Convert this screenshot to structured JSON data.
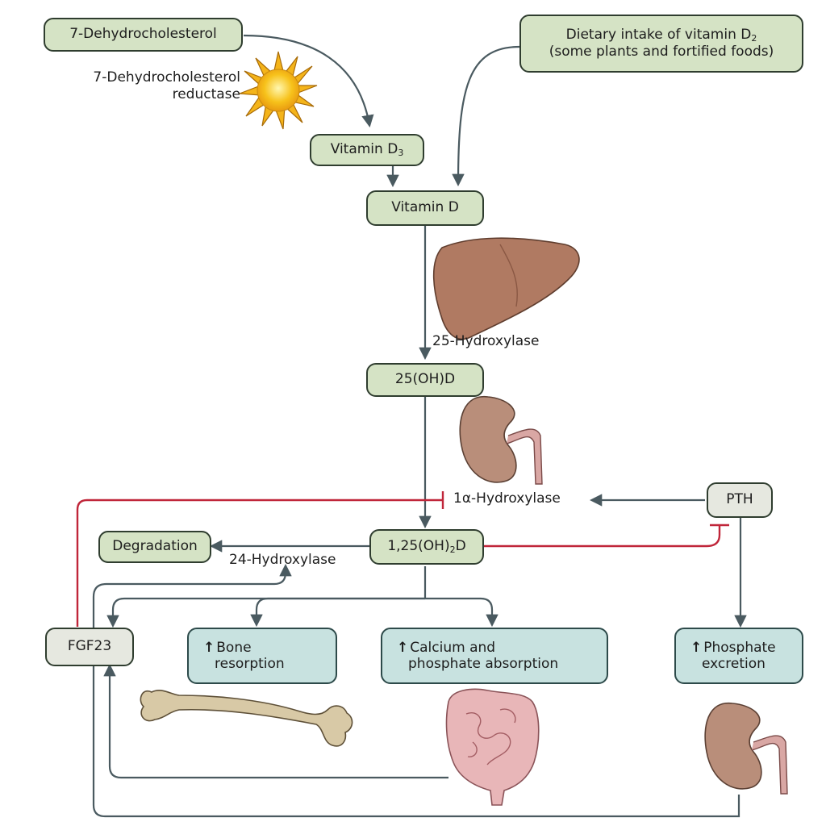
{
  "nodes": {
    "dehydrocholesterol": "7-Dehydrocholesterol",
    "dietary_line1": "Dietary intake of vitamin D",
    "dietary_sub": "2",
    "dietary_line2": "(some plants and fortified foods)",
    "vitamin_d3": "Vitamin D",
    "vitamin_d3_sub": "3",
    "vitamin_d": "Vitamin D",
    "oh25d": "25(OH)D",
    "oh125d_a": "1,25(OH)",
    "oh125d_sub": "2",
    "oh125d_b": "D",
    "degradation": "Degradation",
    "pth": "PTH",
    "fgf23": "FGF23",
    "bone_line1": "Bone",
    "bone_line2": "resorption",
    "calcium_line1": "Calcium and",
    "calcium_line2": "phosphate absorption",
    "phosphate_line1": "Phosphate",
    "phosphate_line2": "excretion",
    "up_arrow": "↑"
  },
  "labels": {
    "reductase_line1": "7-Dehydrocholesterol",
    "reductase_line2": "reductase",
    "hydroxylase25": "25-Hydroxylase",
    "hydroxylase1a": "1α-Hydroxylase",
    "hydroxylase24": "24-Hydroxylase"
  },
  "colors": {
    "stimulate": "#4a5a60",
    "inhibit": "#c0263a",
    "node_fill": "#d5e3c5",
    "effect_fill": "#c8e2e0",
    "liver": "#b07a62",
    "kidney": "#b98e7a",
    "bone": "#d8c9a6",
    "intestine": "#e8b6b8",
    "sun": "#f7c21b"
  },
  "icons": [
    "sun-icon",
    "liver-icon",
    "kidney-icon",
    "bone-icon",
    "intestine-icon"
  ]
}
